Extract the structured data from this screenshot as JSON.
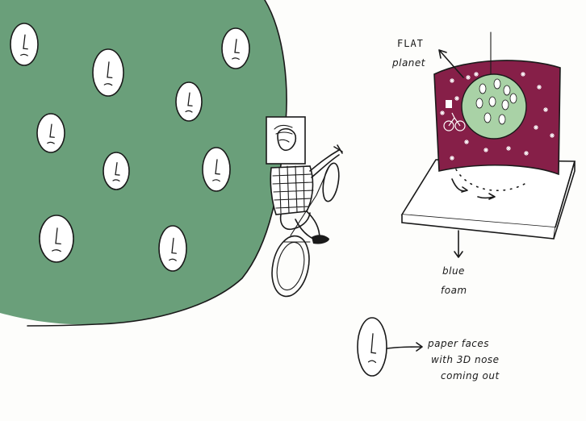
{
  "colors": {
    "green_planet": "#6a9f7a",
    "maroon_backdrop": "#861f48",
    "light_green_disc": "#a9d2a6",
    "ink": "#1a1a1a",
    "paper": "#fdfdfb"
  },
  "annotations": {
    "flat_planet_line1": "FLAT",
    "flat_planet_line2": "planet",
    "blue_foam_line1": "blue",
    "blue_foam_line2": "foam",
    "paper_faces_line1": "paper faces",
    "paper_faces_line2": "with 3D nose",
    "paper_faces_line3": "coming out"
  },
  "icons": {
    "face": "paper-face-icon",
    "cyclist": "cyclist-figure-icon",
    "arrow": "pointer-arrow-icon"
  }
}
